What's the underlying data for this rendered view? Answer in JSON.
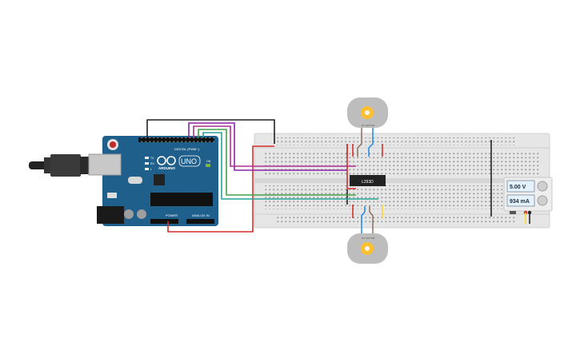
{
  "arduino": {
    "logo_text": "ARDUINO",
    "model": "UNO",
    "digital_header": "DIGITAL (PWM~)",
    "power_header": "POWER",
    "analog_header": "ANALOG IN",
    "tx_label": "TX",
    "rx_label": "RX",
    "l_label": "L",
    "on_label": "ON"
  },
  "driver_chip": {
    "label": "L293D"
  },
  "motors": [
    {
      "label": "DC MOTOR"
    },
    {
      "label": "DC MOTOR"
    }
  ],
  "power_supply": {
    "voltage": "5.00 V",
    "current": "934 mA"
  },
  "colors": {
    "breadboard": "#e6e6e6",
    "arduino_board": "#1f5f8b",
    "wire_red": "#d32f2f",
    "wire_black": "#222222",
    "wire_purple": "#8e24aa",
    "wire_magenta": "#b03090",
    "wire_green": "#43a047",
    "wire_teal": "#26a69a",
    "wire_blue": "#1e88e5",
    "wire_brown": "#8d6e63",
    "wire_yellow": "#fdd835",
    "motor_body": "#bdbdbd",
    "motor_shaft": "#fbc02d"
  }
}
